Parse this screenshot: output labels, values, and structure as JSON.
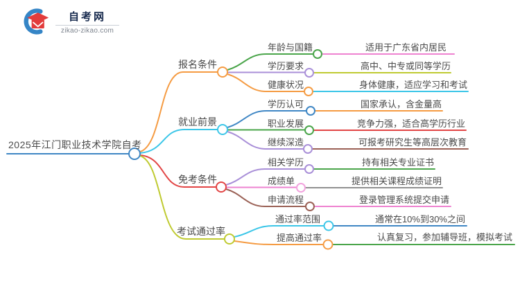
{
  "logo": {
    "site_name": "自考网",
    "site_url": "zikao-zikao.com"
  },
  "root": {
    "label": "2025年江门职业技术学院自考"
  },
  "branches": [
    {
      "label": "报名条件",
      "children": [
        {
          "label": "年龄与国籍",
          "value": "适用于广东省内居民"
        },
        {
          "label": "学历要求",
          "value": "高中、中专或同等学历"
        },
        {
          "label": "健康状况",
          "value": "身体健康，适应学习和考试"
        }
      ]
    },
    {
      "label": "就业前景",
      "children": [
        {
          "label": "学历认可",
          "value": "国家承认，含金量高"
        },
        {
          "label": "职业发展",
          "value": "竞争力强，适合高学历行业"
        },
        {
          "label": "继续深造",
          "value": "可报考研究生等高层次教育"
        }
      ]
    },
    {
      "label": "免考条件",
      "children": [
        {
          "label": "相关学历",
          "value": "持有相关专业证书"
        },
        {
          "label": "成绩单",
          "value": "提供相关课程成绩证明"
        },
        {
          "label": "申请流程",
          "value": "登录管理系统提交申请"
        }
      ]
    },
    {
      "label": "考试通过率",
      "children": [
        {
          "label": "通过率范围",
          "value": "通常在10%到30%之间"
        },
        {
          "label": "提高通过率",
          "value": "认真复习，参加辅导班，模拟考试"
        }
      ]
    }
  ],
  "colors": {
    "root_blue": "#3e86c4",
    "orange": "#f59b42",
    "cyan": "#3bc6e8",
    "red": "#e24444",
    "olive": "#bfca30",
    "green": "#4aa54a",
    "purple": "#a98fd8",
    "pink": "#ee82d0",
    "light_pink": "#f2a3de",
    "brown": "#9a6055",
    "gray": "#909090",
    "text": "#4a4a4a",
    "logo_navy": "#16294d",
    "logo_red": "#e23c3c",
    "background": "#ffffff"
  }
}
